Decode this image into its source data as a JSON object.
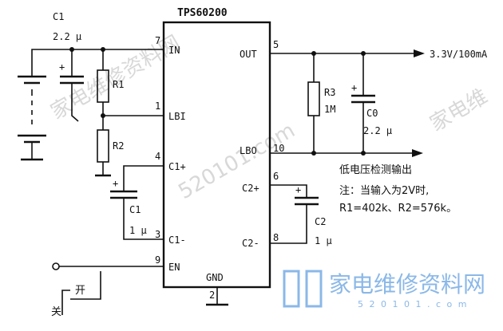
{
  "chip": {
    "name": "TPS60200",
    "gnd": "GND",
    "gnd_pin": "2"
  },
  "pins_left": [
    {
      "label": "IN",
      "num": "7"
    },
    {
      "label": "LBI",
      "num": "1"
    },
    {
      "label": "C1+",
      "num": "4"
    },
    {
      "label": "C1-",
      "num": "3"
    },
    {
      "label": "EN",
      "num": "9"
    }
  ],
  "pins_right": [
    {
      "label": "OUT",
      "num": "5"
    },
    {
      "label": "LBO",
      "num": "10"
    },
    {
      "label": "C2+",
      "num": "6"
    },
    {
      "label": "C2-",
      "num": "8"
    }
  ],
  "components": {
    "c1_in": {
      "name": "C1",
      "value": "2.2 μ"
    },
    "r1": {
      "name": "R1"
    },
    "r2": {
      "name": "R2"
    },
    "c1_fly": {
      "name": "C1",
      "value": "1 μ"
    },
    "r3": {
      "name": "R3",
      "value": "1M"
    },
    "c0": {
      "name": "C0",
      "value": "2.2 μ"
    },
    "c2": {
      "name": "C2",
      "value": "1 μ"
    },
    "plus": "+"
  },
  "labels": {
    "output": "3.3V/100mA",
    "lbo_desc": "低电压检测输出",
    "note_line1": "注：当输入为2V时,",
    "note_line2": "R1=402k、R2=576k。",
    "switch_on": "开",
    "switch_off": "关"
  },
  "watermark": {
    "brand": "家电维修资料网",
    "url": "5 2 0 1 0 1 . c o m",
    "repeat_left": "家电维修资料网",
    "repeat_center": "520101.com",
    "repeat_right": "家电维"
  }
}
